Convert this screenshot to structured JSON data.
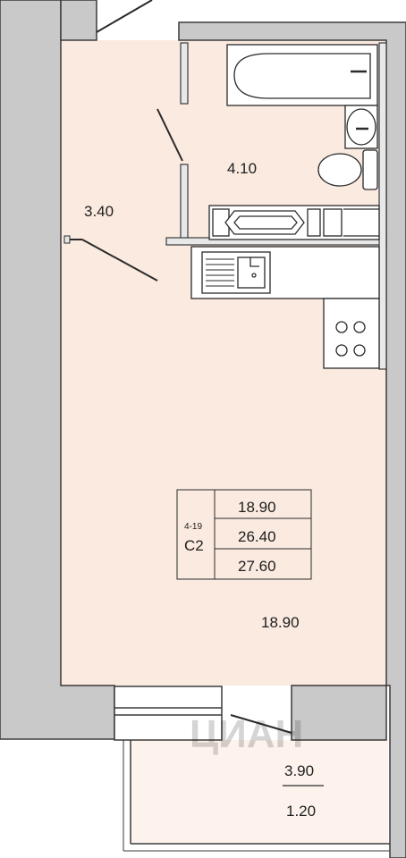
{
  "rooms": {
    "corridor_area": "3.40",
    "bathroom_area": "4.10",
    "living_area": "18.90"
  },
  "apartment_info": {
    "building_code": "4-19",
    "apartment_type": "C2",
    "living_area": "18.90",
    "total_area": "26.40",
    "total_with_balcony": "27.60"
  },
  "balcony": {
    "area": "3.90",
    "reduced_area": "1.20"
  },
  "watermark": {
    "text": "ЦИАН"
  },
  "colors": {
    "wall": "#c9c9c9",
    "wall_stroke": "#3a3a3a",
    "floor": "#faeae0",
    "line": "#2a2a2a",
    "text": "#1e1e1e"
  }
}
